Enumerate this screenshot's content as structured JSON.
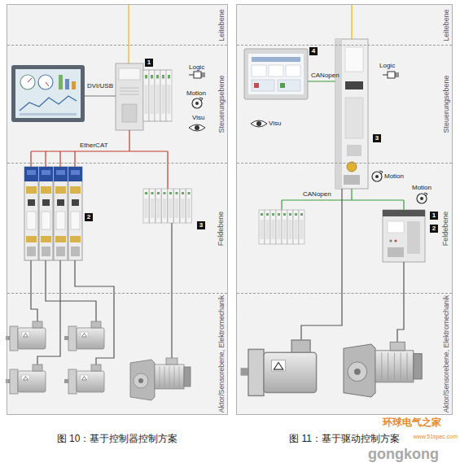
{
  "diagram": {
    "nodes": [
      {
        "text": [
          "图 10：基于控制器控制方案"
        ]
      },
      {
        "text": [
          "Leitebene"
        ],
        "in": 0
      },
      {
        "text": [
          "Steuerungsebene"
        ],
        "in": 0
      },
      {
        "text": [
          "Feldebene"
        ],
        "in": 0
      },
      {
        "text": [
          "Aktor/Sensorebene, Elektromechanik"
        ],
        "in": 0
      },
      {
        "text": [
          "图 11：基于驱动控制方案"
        ]
      },
      {
        "text": [
          "Leitebene"
        ],
        "in": 5
      },
      {
        "text": [
          "Steuerungsebene"
        ],
        "in": 5
      },
      {
        "text": [
          "Feldebene"
        ],
        "in": 5
      },
      {
        "text": [
          "Aktor/Sensorebene, Elektromechanik"
        ],
        "in": 5
      }
    ],
    "labels": [
      "DVI/USB",
      "1",
      "Logic",
      "Motion",
      "Visu",
      "EtherCAT",
      "2",
      "3",
      "4",
      "CANopen",
      "Logic",
      "Visu",
      "3",
      "Motion",
      "CANopen",
      "Motion",
      "1",
      "2",
      "环球电气之家",
      "www.51spec.com",
      "gongkong"
    ]
  }
}
